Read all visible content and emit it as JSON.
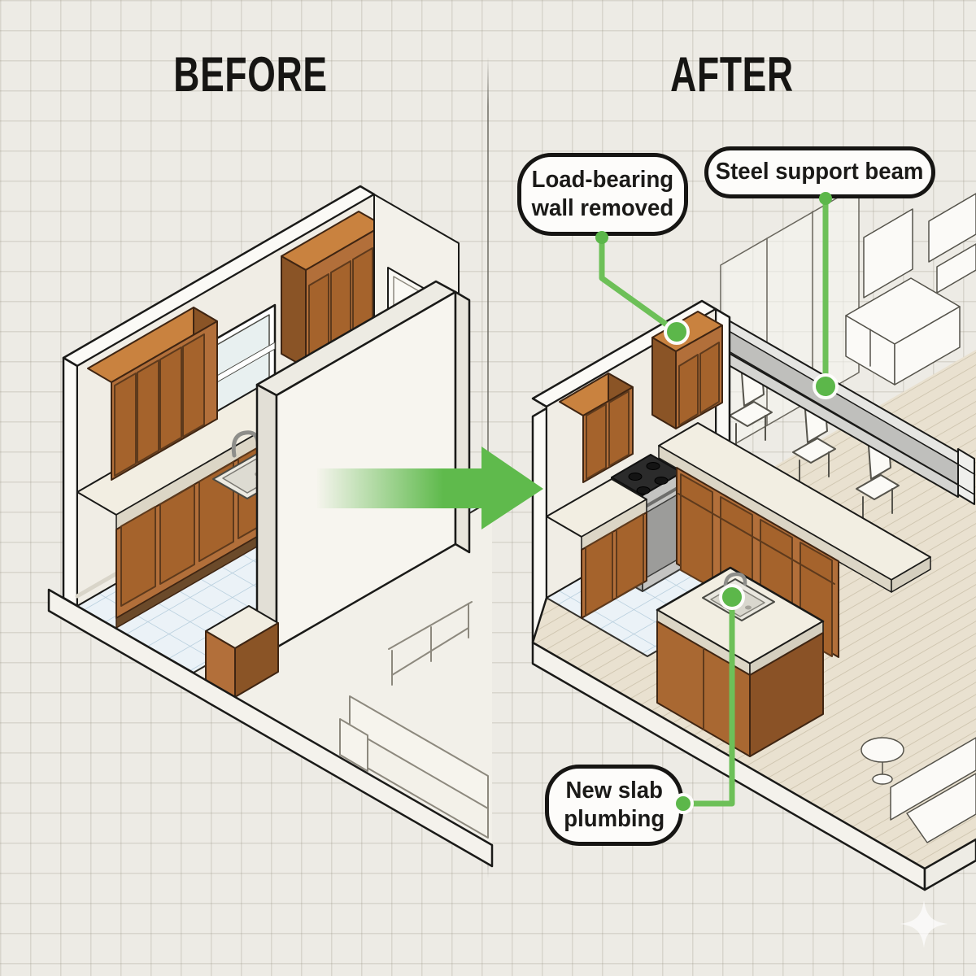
{
  "header": {
    "before_label": "BEFORE",
    "after_label": "AFTER"
  },
  "callouts": {
    "load_bearing_wall": {
      "text": "Load-bearing\nwall removed"
    },
    "steel_beam": {
      "text": "Steel support beam"
    },
    "plumbing": {
      "text": "New slab\nplumbing"
    }
  },
  "icons": {
    "arrow": "transition-arrow-right",
    "watermark": "sparkle-icon"
  },
  "colors": {
    "paper": "#edebe5",
    "grid_line": "#8c8776",
    "ink": "#161513",
    "callout_bg": "#fdfcfa",
    "accent_green": "#5fba4c",
    "connector_green": "#6dc058",
    "cabinet_wood": "#b26f3a",
    "cabinet_wood_dark": "#8a5426",
    "countertop": "#f2eee2",
    "tile_floor": "#ebf2f7",
    "tile_line": "#b7cedd",
    "plank_floor": "#ece4d3",
    "plank_line": "#cdc3ac",
    "steel": "#c2c2bf",
    "wall_face": "#f0ede5",
    "wall_white": "#fbfaf6"
  }
}
